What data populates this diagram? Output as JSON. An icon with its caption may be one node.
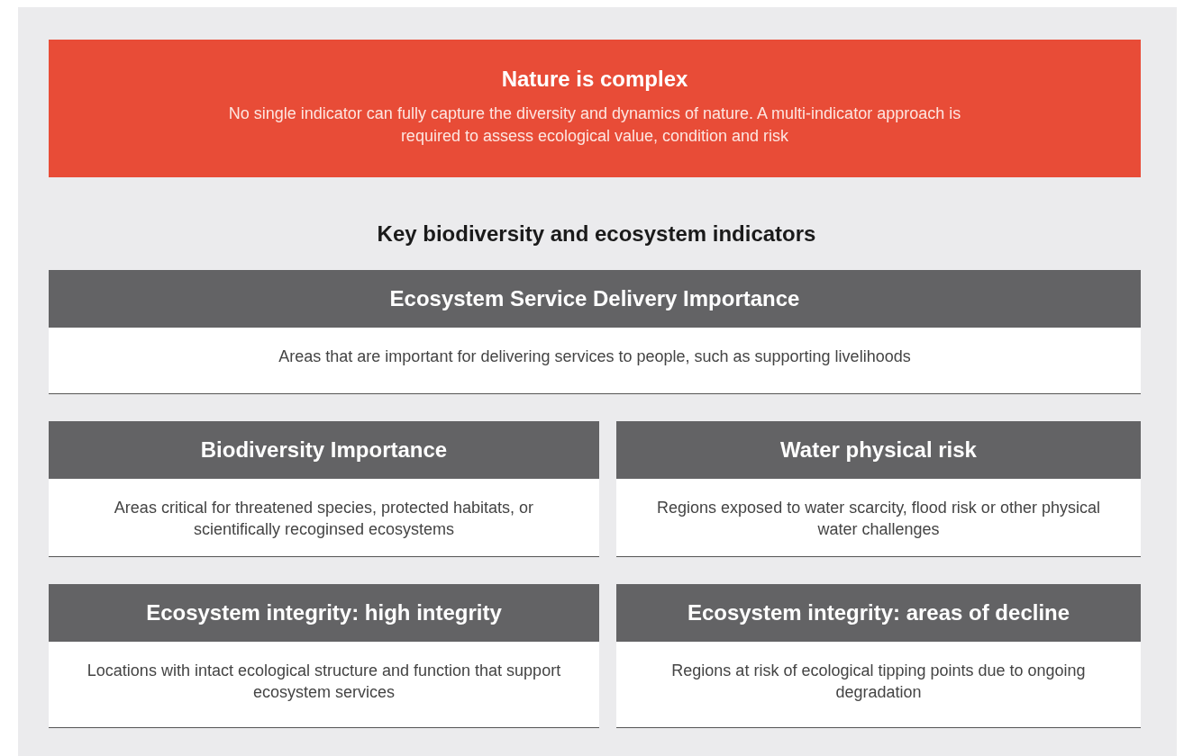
{
  "diagram": {
    "title": "Key biodiversity and ecosystem indicators",
    "nodes": [
      {
        "text": [
          "Nature is complex",
          "No single indicator can fully capture the diversity and dynamics of nature. A multi-indicator approach is required to assess ecological value, condition and risk"
        ]
      },
      {
        "text": [
          "Ecosystem Service Delivery Importance",
          "Areas that are important for delivering services to people, such as supporting livelihoods"
        ]
      },
      {
        "text": [
          "Biodiversity Importance",
          "Areas critical for threatened species, protected habitats, or scientifically recoginsed ecosystems"
        ]
      },
      {
        "text": [
          "Water physical risk",
          "Regions exposed to water scarcity, flood risk or other physical water challenges"
        ]
      },
      {
        "text": [
          "Ecosystem integrity: high integrity",
          "Locations with intact ecological structure and function that support ecosystem services"
        ]
      },
      {
        "text": [
          "Ecosystem integrity: areas of decline",
          "Regions at risk of ecological tipping points due to ongoing degradation"
        ]
      }
    ]
  }
}
